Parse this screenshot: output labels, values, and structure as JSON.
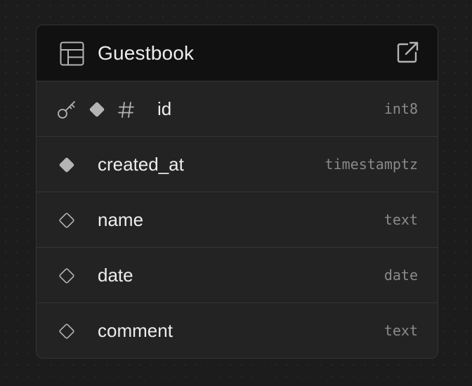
{
  "table": {
    "title": "Guestbook",
    "header_icon": "table-icon",
    "open_icon": "external-link-icon",
    "columns": [
      {
        "name": "id",
        "type": "int8",
        "primary_key": true,
        "nullable": false,
        "identity": true
      },
      {
        "name": "created_at",
        "type": "timestamptz",
        "primary_key": false,
        "nullable": false,
        "identity": false
      },
      {
        "name": "name",
        "type": "text",
        "primary_key": false,
        "nullable": true,
        "identity": false
      },
      {
        "name": "date",
        "type": "date",
        "primary_key": false,
        "nullable": true,
        "identity": false
      },
      {
        "name": "comment",
        "type": "text",
        "primary_key": false,
        "nullable": true,
        "identity": false
      }
    ]
  },
  "colors": {
    "background": "#1c1c1c",
    "card": "#232323",
    "header": "#111111",
    "border": "#343434",
    "text": "#ededed",
    "type_text": "#8a8a8a",
    "icon": "#b4b4b4"
  }
}
